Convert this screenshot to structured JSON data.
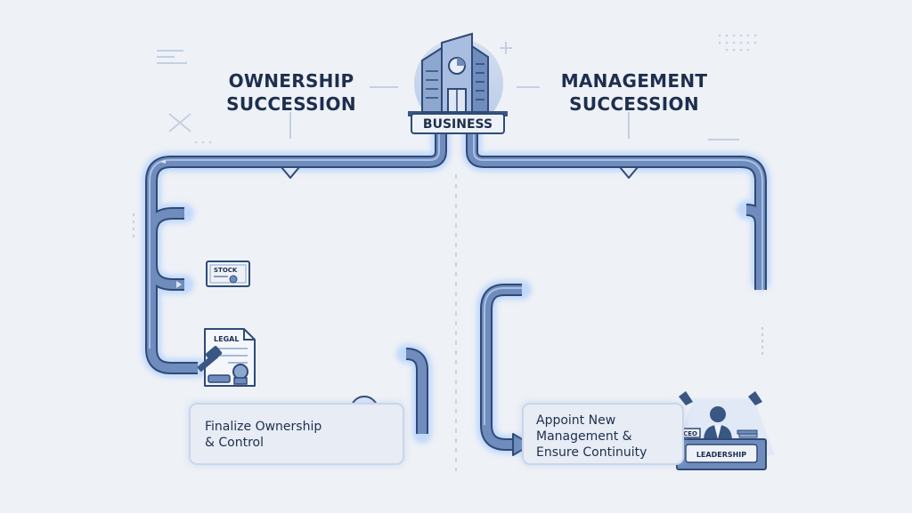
{
  "business": {
    "label": "BUSINESS"
  },
  "ownership": {
    "title_line1": "OWNERSHIP",
    "title_line2": "SUCCESSION",
    "stock_label": "STOCK",
    "legal_label": "LEGAL",
    "percent_symbol": "%",
    "final_line1": "Finalize Ownership",
    "final_line2": "& Control"
  },
  "management": {
    "title_line1": "MANAGEMENT",
    "title_line2": "SUCCESSION",
    "ceo_label": "CEO",
    "leadership_label": "LEADERSHIP",
    "final_line1": "Appoint New",
    "final_line2": "Management &",
    "final_line3": "Ensure Continuity"
  },
  "colors": {
    "background": "#eef1f6",
    "pipe_fill": "#6f8cbd",
    "pipe_glow": "#bcd6fb",
    "ink": "#1d2f4f",
    "card_fill": "#e8ecf4"
  },
  "icons": [
    "building-icon",
    "stock-certificate-icon",
    "legal-document-icon",
    "gavel-icon",
    "seal-icon",
    "percent-badge-icon",
    "handshake-icon",
    "ceo-desk-icon",
    "spotlight-icon"
  ]
}
